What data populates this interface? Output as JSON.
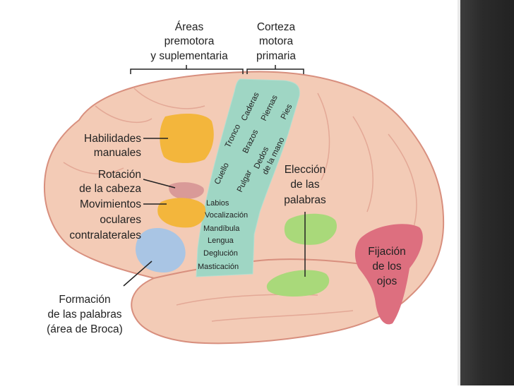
{
  "header": {
    "premotor": [
      "Áreas",
      "premotora",
      "y suplementaria"
    ],
    "motor": [
      "Corteza",
      "motora",
      "primaria"
    ]
  },
  "strip_labels": {
    "rotated": [
      "Caderas",
      "Tronco",
      "Piernas",
      "Cuello",
      "Brazos",
      "Pies",
      "Pulgar",
      "Dedos",
      "de la mano"
    ],
    "horizontal": [
      "Labios",
      "Vocalización",
      "Mandíbula",
      "Lengua",
      "Deglución",
      "Masticación"
    ]
  },
  "labels": {
    "habilidades": [
      "Habilidades",
      "manuales"
    ],
    "rotacion": [
      "Rotación",
      "de la cabeza"
    ],
    "movimientos": [
      "Movimientos",
      "oculares",
      "contralaterales"
    ],
    "formacion": [
      "Formación",
      "de las palabras",
      "(área de Broca)"
    ],
    "eleccion": [
      "Elección",
      "de las",
      "palabras"
    ],
    "fijacion": [
      "Fijación",
      "de los",
      "ojos"
    ]
  },
  "colors": {
    "brain": "#f3cbb6",
    "brain_outline": "#d88f7e",
    "motor_strip": "#9fd6c4",
    "orange": "#f3b63c",
    "mauve": "#d99a98",
    "blue": "#a9c5e4",
    "green": "#a9d97a",
    "red": "#dd6f7f"
  }
}
